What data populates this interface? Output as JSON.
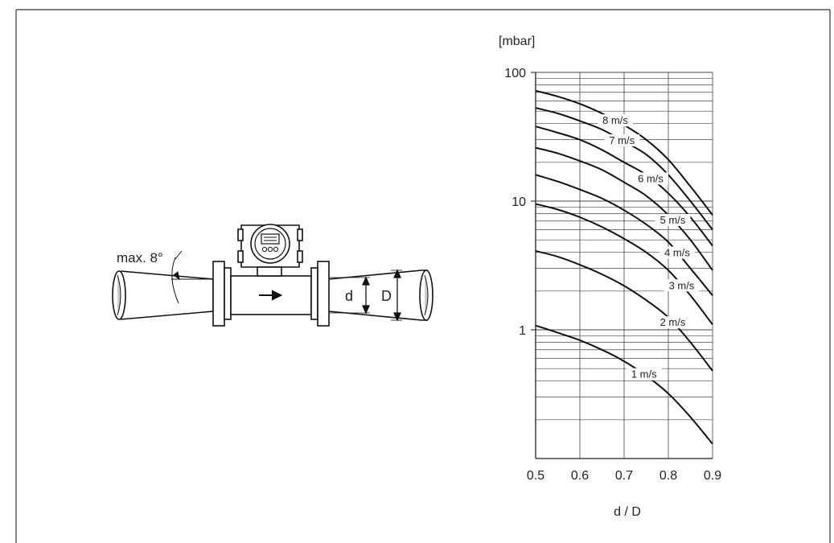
{
  "diagram": {
    "angle_label": "max. 8°",
    "inner_diameter_label": "d",
    "outer_diameter_label": "D",
    "flow_arrow": "right-arrow-icon"
  },
  "chart_data": {
    "type": "line",
    "ylabel": "[mbar]",
    "xlabel": "d / D",
    "xlim": [
      0.5,
      0.9
    ],
    "ylim": [
      0.1,
      100
    ],
    "yscale": "log",
    "grid": true,
    "x_ticks": [
      "0.5",
      "0.6",
      "0.7",
      "0.8",
      "0.9"
    ],
    "y_ticks": [
      {
        "value": 1,
        "label": "1"
      },
      {
        "value": 10,
        "label": "10"
      },
      {
        "value": 100,
        "label": "100"
      }
    ],
    "x": [
      0.5,
      0.55,
      0.6,
      0.65,
      0.7,
      0.75,
      0.8,
      0.85,
      0.9
    ],
    "series": [
      {
        "name": "8 m/s",
        "values": [
          72,
          65,
          57,
          48,
          39,
          30,
          21,
          13,
          7.8
        ],
        "label_x": 0.68
      },
      {
        "name": "7 m/s",
        "values": [
          53,
          48,
          42,
          36,
          29,
          23,
          16,
          10,
          6
        ],
        "label_x": 0.695
      },
      {
        "name": "6 m/s",
        "values": [
          38,
          34,
          30,
          25,
          20,
          16,
          11.5,
          7.5,
          4.5
        ],
        "label_x": 0.76
      },
      {
        "name": "5 m/s",
        "values": [
          26,
          23.5,
          20.5,
          17.5,
          14,
          11,
          7.8,
          5,
          2.9
        ],
        "label_x": 0.81
      },
      {
        "name": "4 m/s",
        "values": [
          16,
          14.2,
          12.3,
          10.5,
          8.5,
          6.6,
          4.8,
          3,
          1.85
        ],
        "label_x": 0.82
      },
      {
        "name": "3 m/s",
        "values": [
          9.5,
          8.6,
          7.5,
          6.3,
          5.1,
          4,
          2.9,
          1.85,
          1.1
        ],
        "label_x": 0.83
      },
      {
        "name": "2 m/s",
        "values": [
          4.1,
          3.7,
          3.2,
          2.7,
          2.2,
          1.7,
          1.25,
          0.8,
          0.48
        ],
        "label_x": 0.81
      },
      {
        "name": "1 m/s",
        "values": [
          1.08,
          0.95,
          0.83,
          0.7,
          0.57,
          0.44,
          0.32,
          0.21,
          0.13
        ],
        "label_x": 0.745
      }
    ]
  }
}
